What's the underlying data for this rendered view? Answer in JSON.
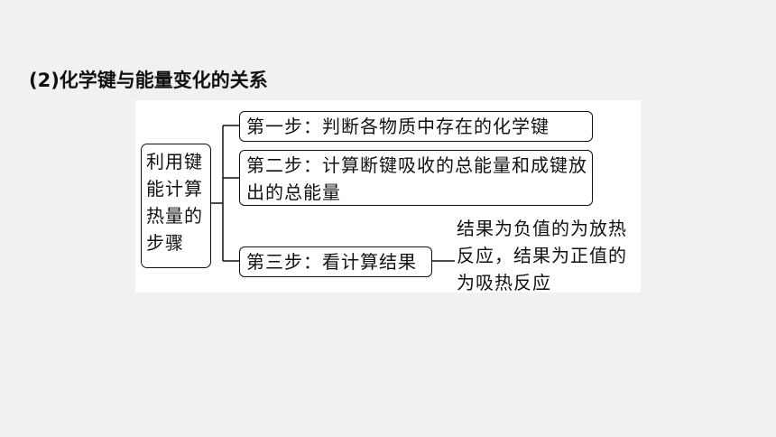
{
  "heading": "(2)化学键与能量变化的关系",
  "diagram": {
    "root": "利用键能计算热量的步骤",
    "steps": [
      "第一步：判断各物质中存在的化学键",
      "第二步：计算断键吸收的总能量和成键放出的总能量",
      "第三步：看计算结果"
    ],
    "result_note": "结果为负值的为放热反应，结果为正值的为吸热反应"
  }
}
